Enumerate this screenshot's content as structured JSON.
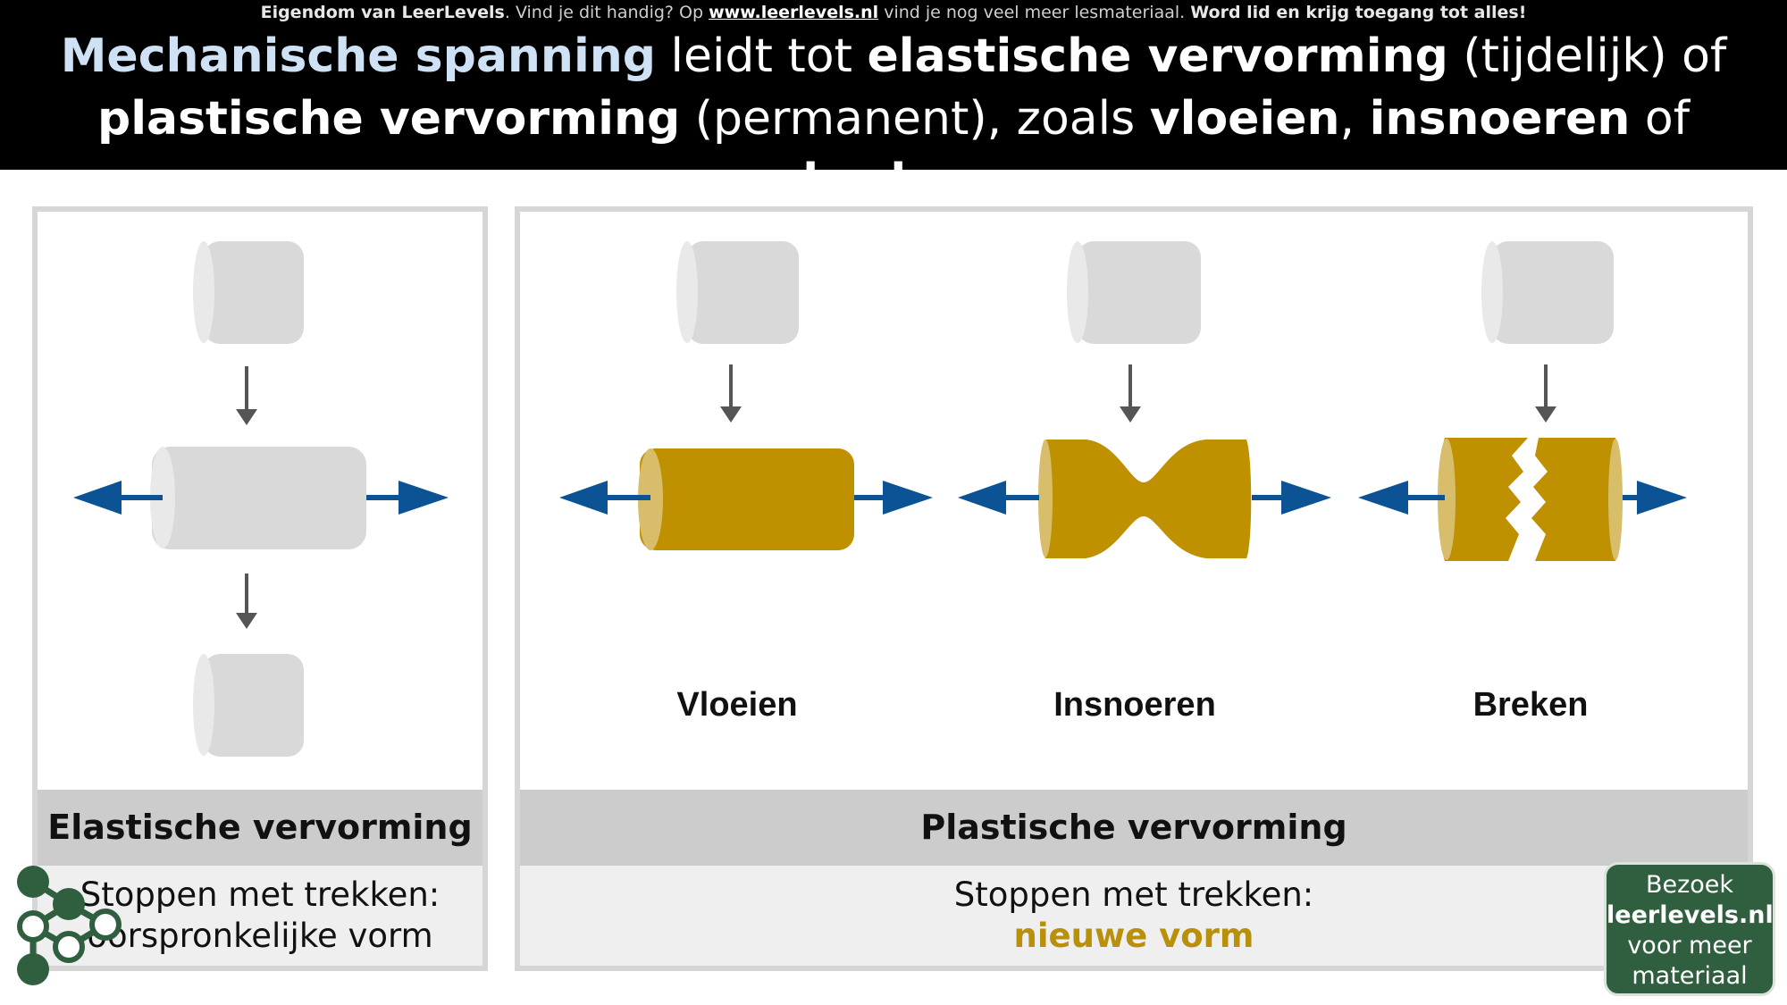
{
  "header": {
    "attribution": {
      "part1": "Eigendom van LeerLevels",
      "part2": ". Vind je dit handig? Op ",
      "link": "www.leerlevels.nl",
      "part3": " vind je nog veel meer lesmateriaal. ",
      "part4": "Word lid en krijg toegang tot alles!"
    },
    "title": {
      "t1": "Mechanische spanning",
      "t2": " leidt tot ",
      "t3": "elastische vervorming",
      "t4": " (tijdelijk) of",
      "t5": "plastische vervorming",
      "t6": " (permanent), zoals ",
      "t7": "vloeien",
      "t8": ", ",
      "t9": "insnoeren",
      "t10": " of ",
      "t11": "breken"
    }
  },
  "elastic": {
    "title": "Elastische vervorming",
    "note_line1": "Stoppen met trekken:",
    "note_line2": "oorspronkelijke vorm"
  },
  "plastic": {
    "title": "Plastische vervorming",
    "note_line1": "Stoppen met trekken:",
    "note_line2": "nieuwe vorm",
    "labels": [
      "Vloeien",
      "Insnoeren",
      "Breken"
    ]
  },
  "badge": {
    "line1": "Bezoek",
    "line2": "leerlevels.nl",
    "line3": "voor meer",
    "line4": "materiaal"
  },
  "colors": {
    "gray_cylinder": "#d9d9d9",
    "gold_cylinder": "#bf9000",
    "arrow_blue": "#0b5394",
    "arrow_gray": "#555555",
    "logo_green": "#2f5f3f"
  }
}
